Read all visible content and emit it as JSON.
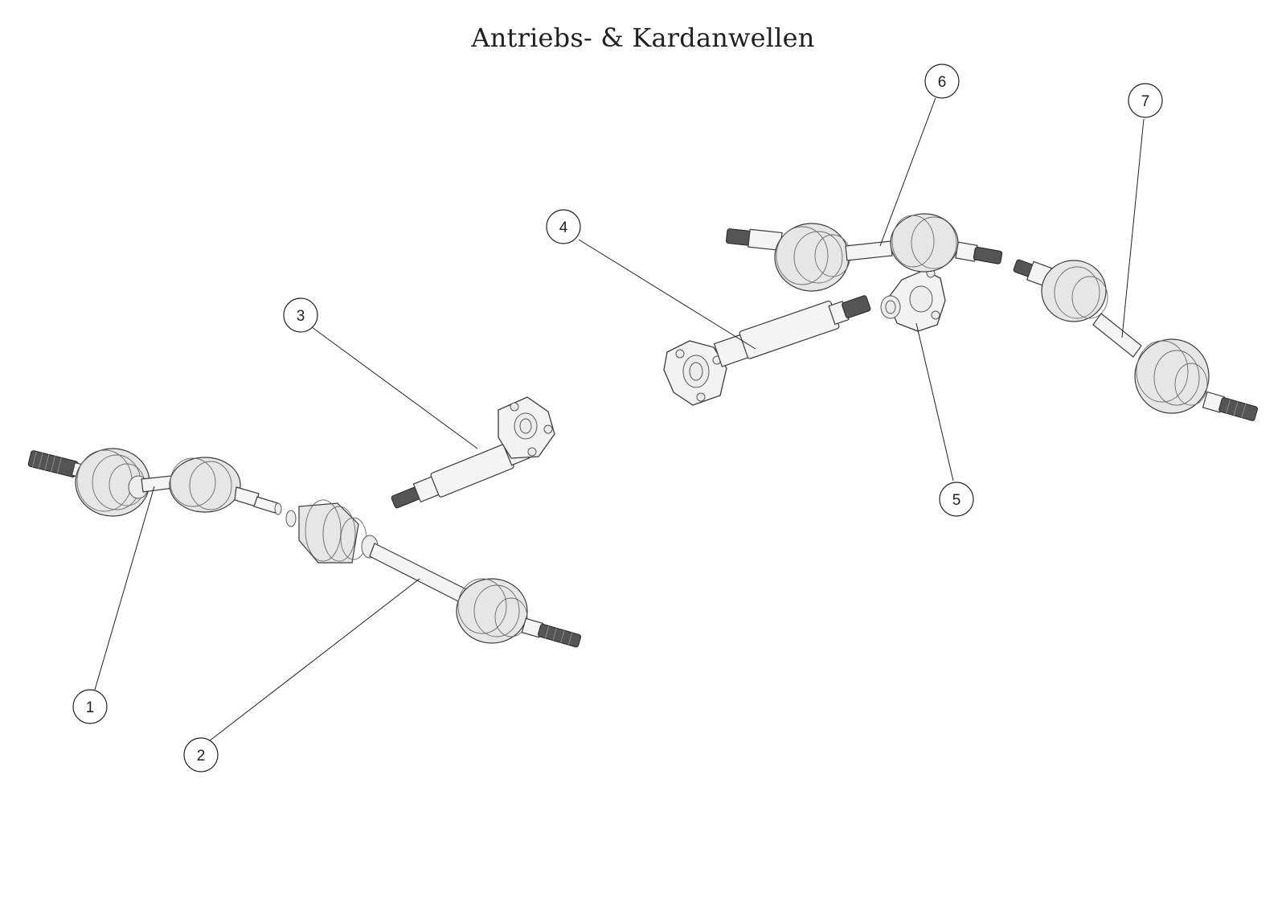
{
  "title": "Antriebs- & Kardanwellen",
  "callouts": [
    {
      "label": "1"
    },
    {
      "label": "2"
    },
    {
      "label": "3"
    },
    {
      "label": "4"
    },
    {
      "label": "5"
    },
    {
      "label": "6"
    },
    {
      "label": "7"
    }
  ]
}
